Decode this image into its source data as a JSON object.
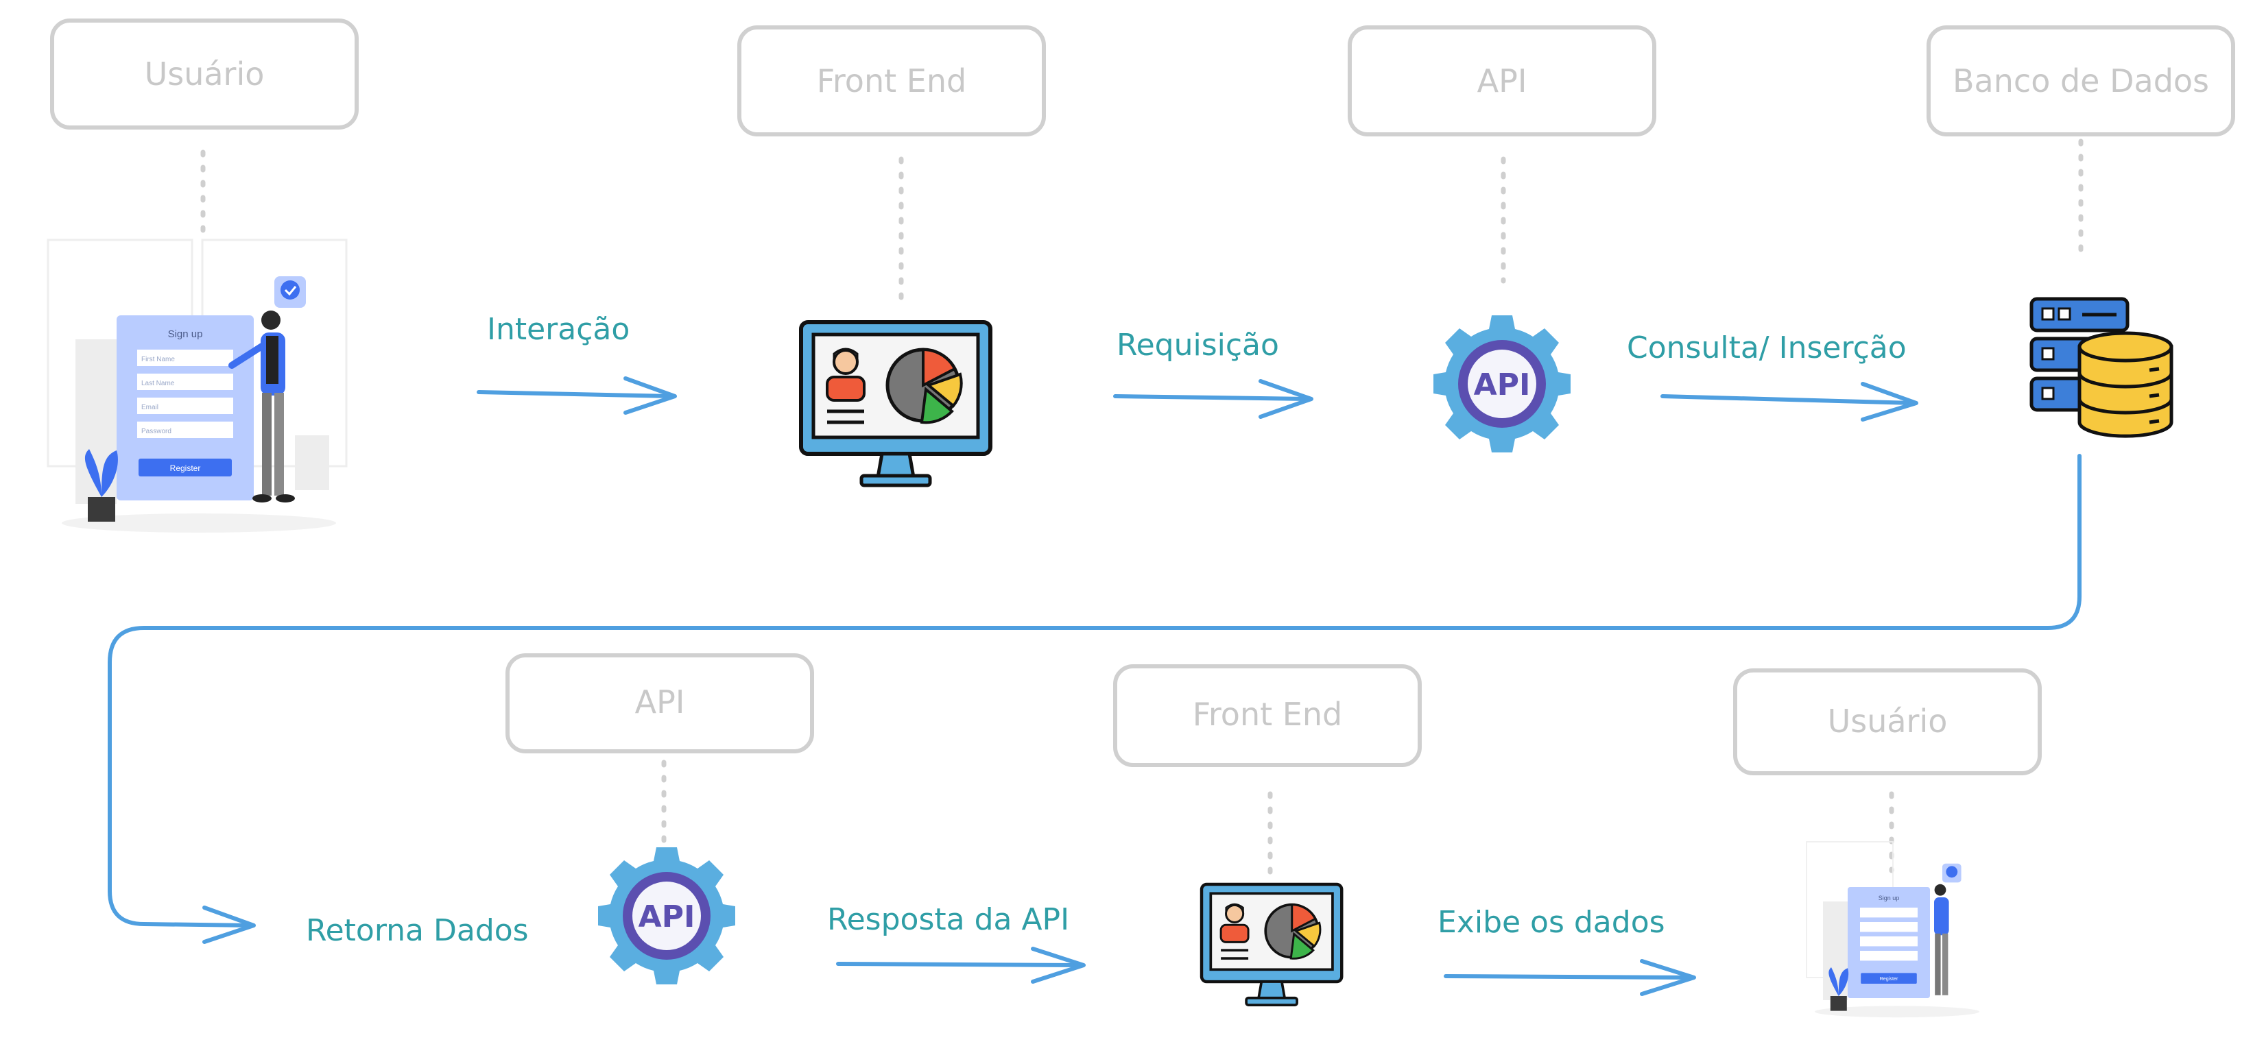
{
  "nodes": [
    {
      "id": "usuario_top",
      "label": "Usuário"
    },
    {
      "id": "frontend_top",
      "label": "Front End"
    },
    {
      "id": "api_top",
      "label": "API"
    },
    {
      "id": "banco_top",
      "label": "Banco de Dados"
    },
    {
      "id": "api_bottom",
      "label": "API"
    },
    {
      "id": "frontend_bottom",
      "label": "Front End"
    },
    {
      "id": "usuario_bottom",
      "label": "Usuário"
    }
  ],
  "edges": [
    {
      "label": "Interação"
    },
    {
      "label": "Requisição"
    },
    {
      "label": "Consulta/ Inserção"
    },
    {
      "label": "Retorna Dados"
    },
    {
      "label": "Resposta da API"
    },
    {
      "label": "Exibe os dados"
    }
  ],
  "signup_form": {
    "title": "Sign up",
    "fields": [
      "First Name",
      "Last Name",
      "Email",
      "Password"
    ],
    "button": "Register"
  },
  "api_badge": "API",
  "colors": {
    "arrow": "#4f9fe0",
    "edge_text": "#2f9ea6",
    "box_stroke": "#d0d0d0",
    "box_text": "#c8c8c8",
    "api_gear": "#5aaee0",
    "api_ring": "#5b4fb0",
    "db_yellow": "#f7c83e",
    "server_blue": "#3d7fd9",
    "form_blue": "#b9ccff"
  },
  "icons": [
    "signup-illustration",
    "monitor-chart-icon",
    "api-gear-icon",
    "database-server-icon"
  ]
}
